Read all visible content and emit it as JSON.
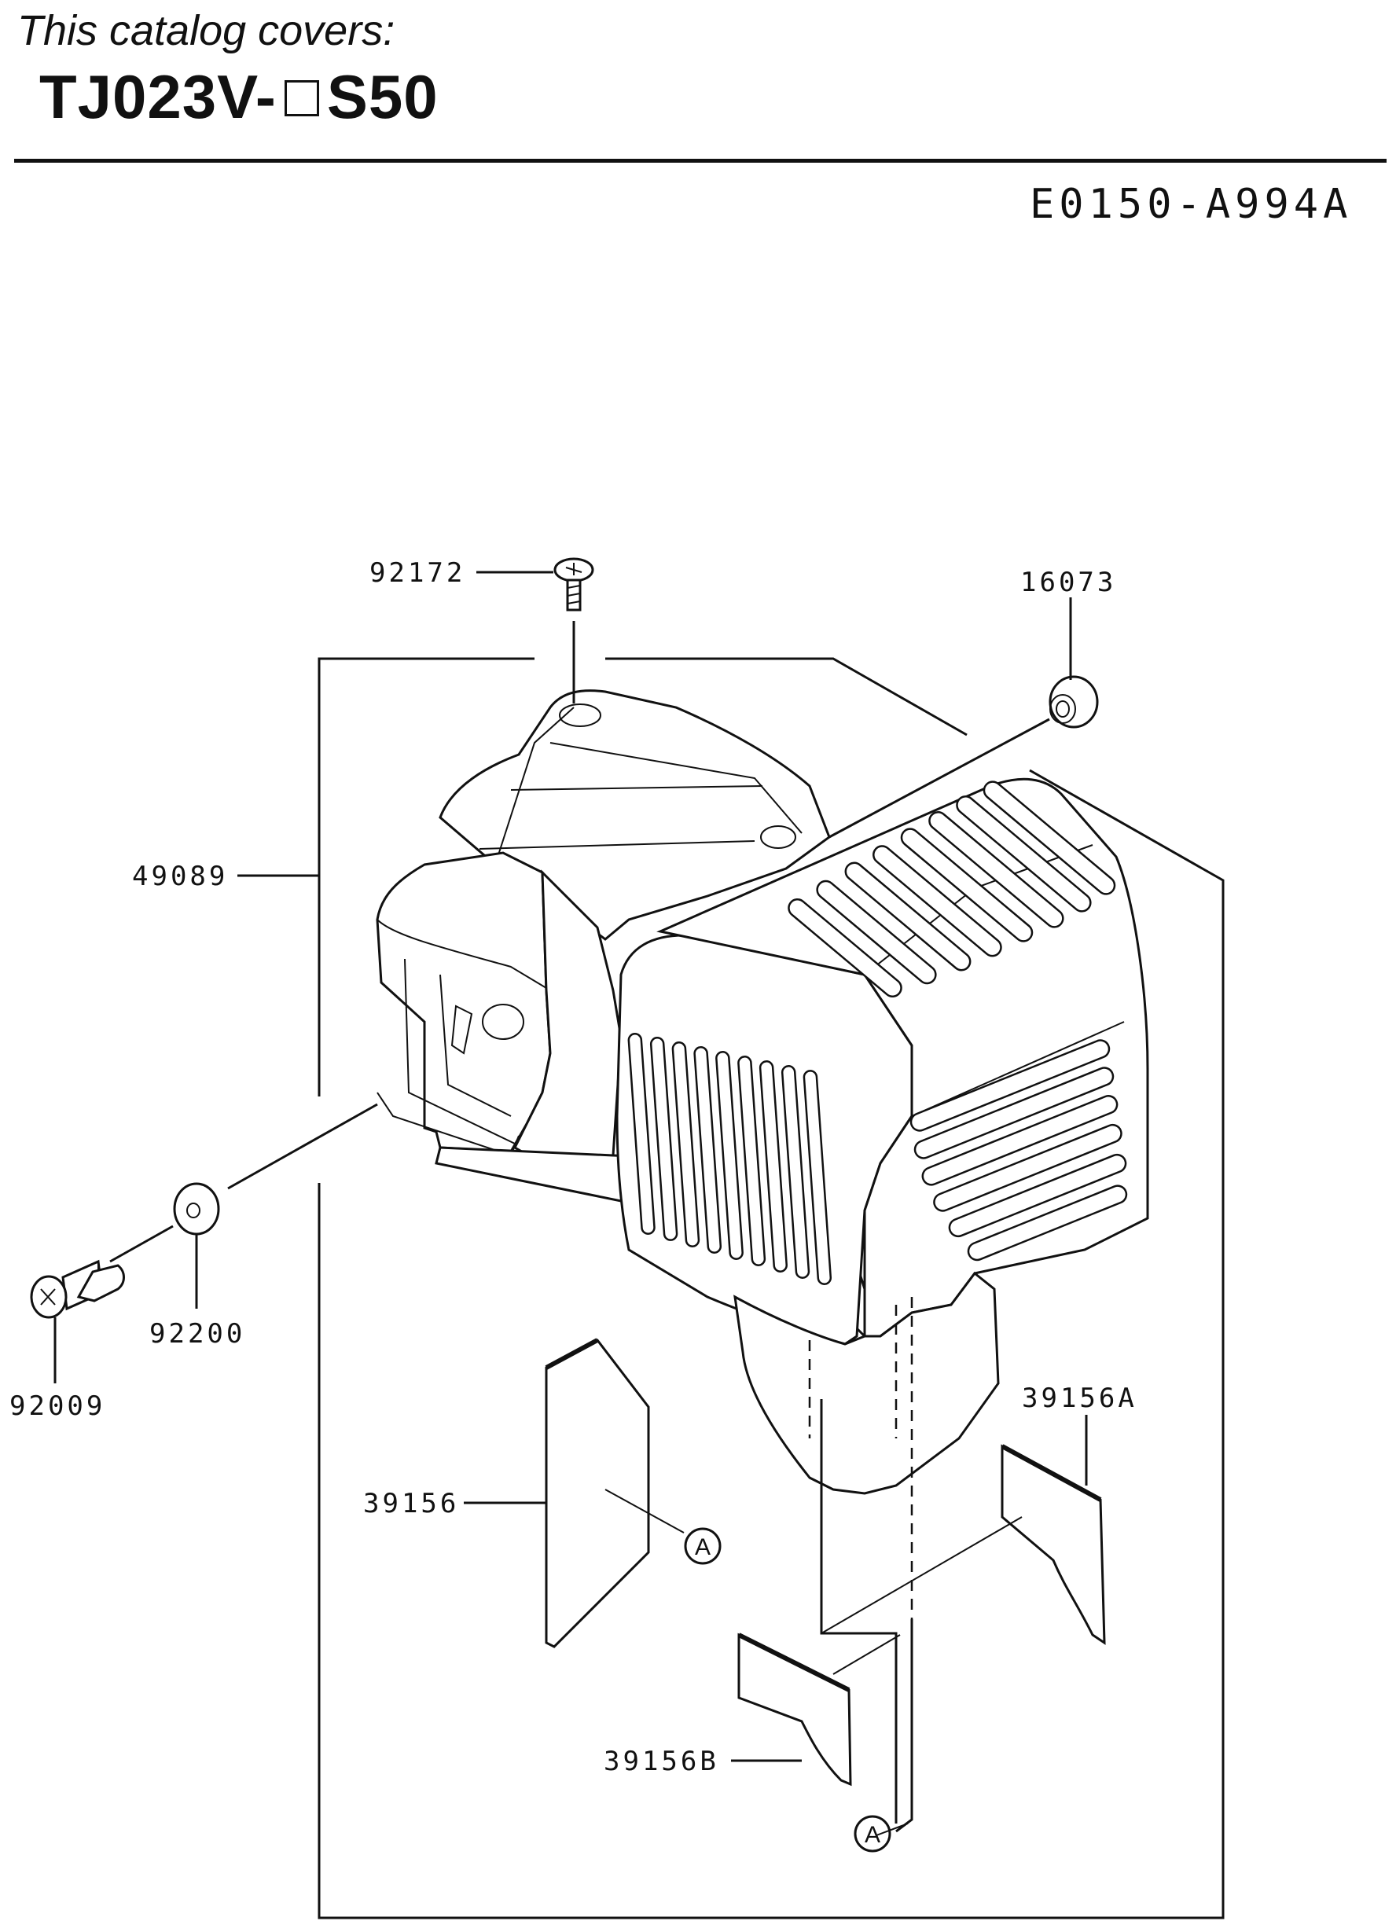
{
  "header": {
    "covers_text": "This catalog covers:",
    "model_prefix": "TJ023V-",
    "model_suffix": "S50",
    "illustration_code": "E0150-A994A"
  },
  "parts": {
    "p92172": "92172",
    "p16073": "16073",
    "p49089": "49089",
    "p92200": "92200",
    "p92009": "92009",
    "p39156": "39156",
    "p39156A": "39156A",
    "p39156B": "39156B"
  },
  "reference_marks": {
    "a1": "A",
    "a2": "A"
  }
}
